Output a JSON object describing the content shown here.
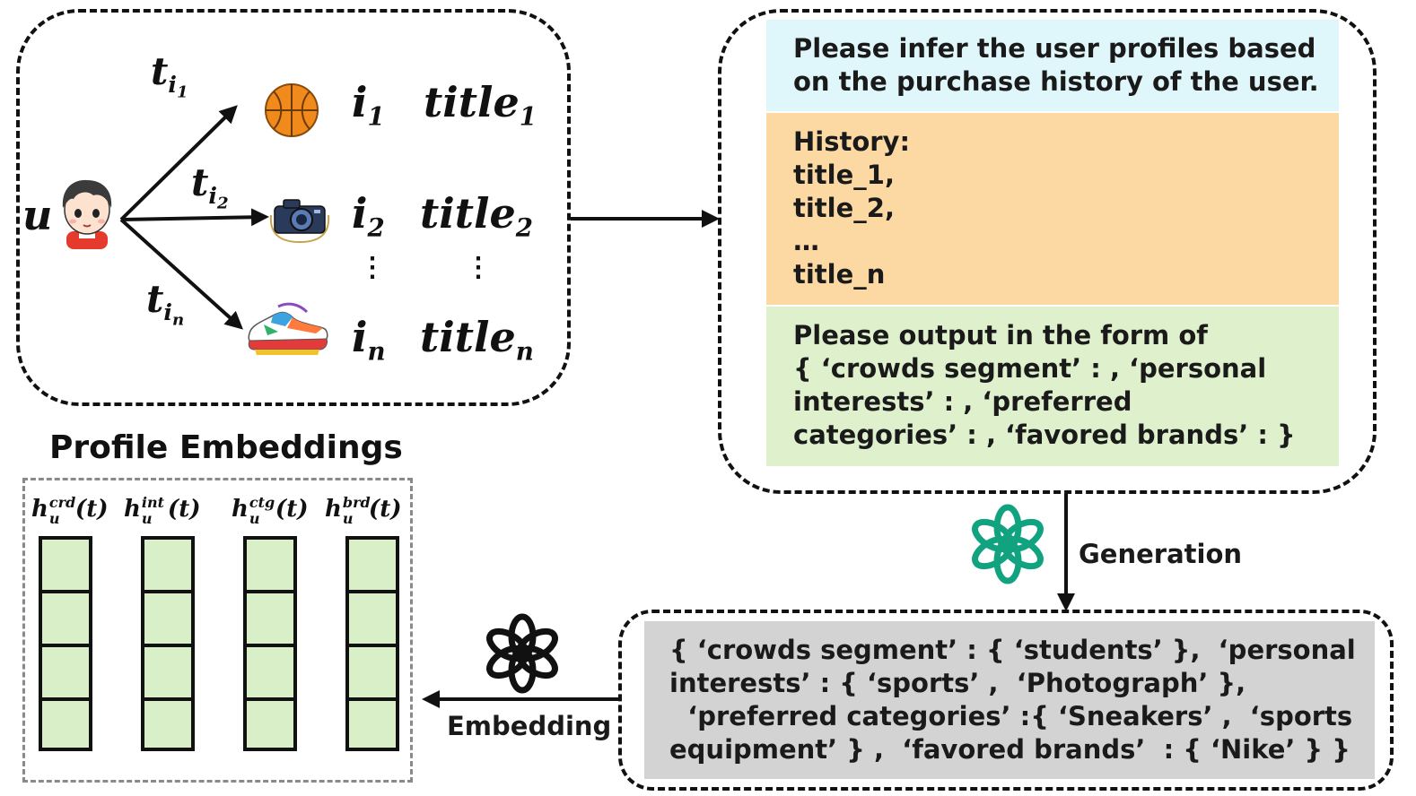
{
  "user_label": "u",
  "items": [
    {
      "time_base": "t",
      "time_sub": "i",
      "time_subsub": "1",
      "item": "i",
      "item_sub": "1",
      "title": "title",
      "title_sub": "1",
      "icon": "basketball-icon"
    },
    {
      "time_base": "t",
      "time_sub": "i",
      "time_subsub": "2",
      "item": "i",
      "item_sub": "2",
      "title": "title",
      "title_sub": "2",
      "icon": "camera-icon"
    },
    {
      "time_base": "t",
      "time_sub": "i",
      "time_subsub": "n",
      "item": "i",
      "item_sub": "n",
      "title": "title",
      "title_sub": "n",
      "icon": "sneaker-icon"
    }
  ],
  "vdots": "⋮",
  "prompt": {
    "instruction": [
      "Please infer the user profiles based",
      "on the purchase history of the user."
    ],
    "history": [
      "History:",
      "title_1,",
      "title_2,",
      "…",
      "title_n"
    ],
    "format": [
      "Please output in the form of",
      "{ ‘crowds segment’ : ,  ‘personal",
      "interests’ : ,  ‘preferred",
      "categories’ : ,  ‘favored brands’  : }"
    ],
    "colors": {
      "instruction": "#dff6fb",
      "history": "#fcd9a3",
      "format": "#dff0cd"
    }
  },
  "generation_label": "Generation",
  "embedding_label": "Embedding",
  "output": {
    "lines": [
      "{ ‘crowds segment’ : { ‘students’ },  ‘personal",
      "interests’ : { ‘sports’ ,  ‘Photograph’ },",
      "  ‘preferred categories’ :{ ‘Sneakers’ ,  ‘sports",
      "equipment’ } ,  ‘favored brands’  : { ‘Nike’ } }"
    ],
    "background": "#d3d3d3"
  },
  "profile": {
    "title": "Profile Embeddings",
    "embeddings": [
      {
        "base": "h",
        "sub": "u",
        "sup": "crd",
        "arg": "(t)"
      },
      {
        "base": "h",
        "sub": "u",
        "sup": "int",
        "arg": "(t)"
      },
      {
        "base": "h",
        "sub": "u",
        "sup": "ctg",
        "arg": "(t)"
      },
      {
        "base": "h",
        "sub": "u",
        "sup": "brd",
        "arg": "(t)"
      }
    ],
    "bar_color": "#d8efc8"
  },
  "icons": {
    "user": "user-avatar-icon",
    "llm_generation": "openai-logo-icon",
    "llm_embedding": "openai-logo-icon"
  },
  "accent_llm": "#11a37f"
}
